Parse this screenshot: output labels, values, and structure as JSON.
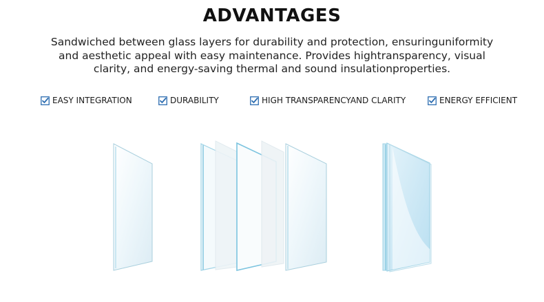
{
  "header": {
    "title": "ADVANTAGES",
    "description_lines": [
      "Sandwiched between glass layers for durability and protection, ensuringuniformity",
      "and aesthetic appeal with easy maintenance. Provides hightransparency, visual",
      "clarity, and energy-saving thermal and sound insulationproperties."
    ]
  },
  "features": [
    {
      "label": "EASY INTEGRATION",
      "icon": "checkbox-checked-icon"
    },
    {
      "label": "DURABILITY",
      "icon": "checkbox-checked-icon"
    },
    {
      "label": "HIGH TRANSPARENCYAND CLARITY",
      "icon": "checkbox-checked-icon"
    },
    {
      "label": "ENERGY EFFICIENT",
      "icon": "checkbox-checked-icon"
    }
  ],
  "colors": {
    "accent": "#2b6cb0",
    "glass_edge": "#9fd3e6",
    "glass_fill": "#e8f4fa",
    "interlayer_fill": "#bfe3f3"
  }
}
